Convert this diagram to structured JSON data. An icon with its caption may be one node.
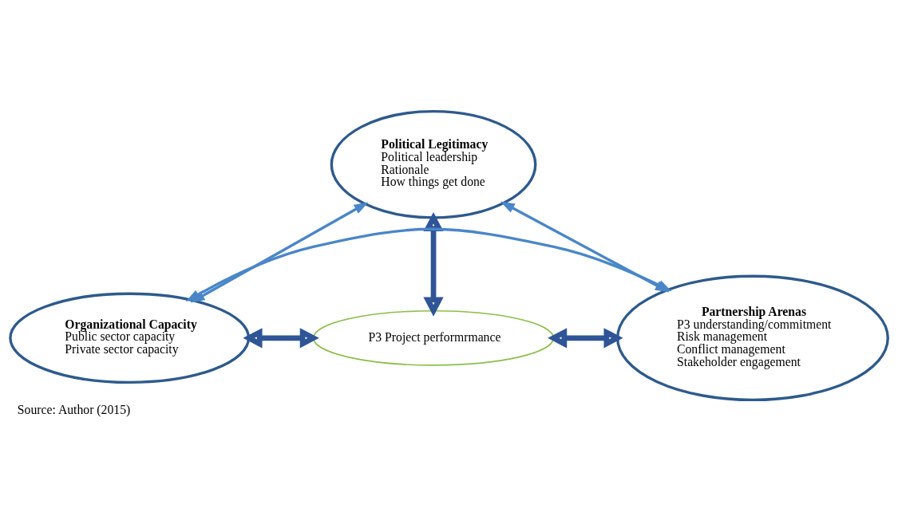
{
  "diagram": {
    "caption": "Source: Author (2015)",
    "nodes": [
      {
        "text": [
          "Political Legitimacy",
          "Political leadership",
          "Rationale",
          "How things get done"
        ]
      },
      {
        "text": [
          "Organizational Capacity",
          "Public sector capacity",
          "Private sector capacity"
        ]
      },
      {
        "text": [
          "P3 Project performrmance"
        ]
      },
      {
        "text": [
          "Partnership Arenas",
          "P3 understanding/commitment",
          "Risk management",
          "Conflict management",
          "Stakeholder engagement"
        ]
      }
    ],
    "edges": [
      {
        "from": 0,
        "to": 1,
        "arrow": "both",
        "color": "#4a86c8"
      },
      {
        "from": 0,
        "to": 3,
        "arrow": "both",
        "color": "#4a86c8"
      },
      {
        "from": 1,
        "to": 3,
        "arrow": "both",
        "color": "#4a86c8"
      },
      {
        "from": 0,
        "to": 2,
        "arrow": "both",
        "style": "thick",
        "color": "#2f5597"
      },
      {
        "from": 1,
        "to": 2,
        "arrow": "both",
        "style": "thick",
        "color": "#2f5597"
      },
      {
        "from": 2,
        "to": 3,
        "arrow": "both",
        "style": "thick",
        "color": "#2f5597"
      }
    ]
  }
}
